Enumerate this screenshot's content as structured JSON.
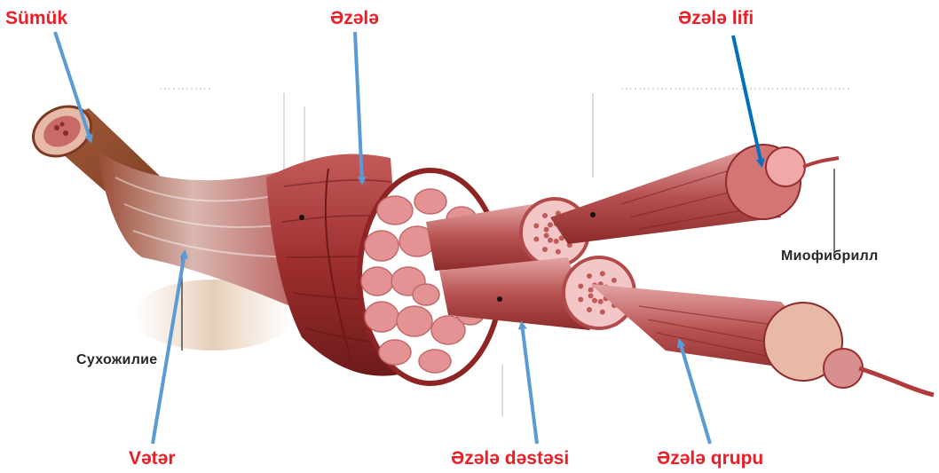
{
  "labels": {
    "bone": "Sümük",
    "muscle": "Əzələ",
    "muscle_fiber": "Əzələ lifi",
    "tendon": "Vətər",
    "muscle_bundle": "Əzələ dəstəsi",
    "muscle_group": "Əzələ qrupu",
    "tendon_ru": "Сухожилие",
    "myofibril_ru": "Миофибрилл"
  },
  "colors": {
    "label_red": "#ee1c25",
    "label_dark": "#262626",
    "arrow_light_blue": "#5b9bd5",
    "arrow_dark_blue": "#0070c0",
    "muscle_dark": "#8e2424",
    "muscle_mid": "#b84444",
    "muscle_light": "#d98080",
    "fascicle_pink": "#e59294",
    "bone_brown": "#8a4a2c"
  }
}
